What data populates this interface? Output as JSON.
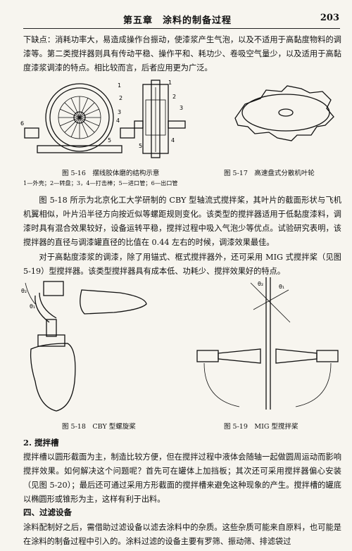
{
  "header": {
    "chapter_title": "第五章　涂料的制备过程",
    "page_number": "203"
  },
  "paragraphs": {
    "p1": "下缺点：消耗功率大，易造成操作台振动，使漆浆产生气泡，以及不适用于高黏度物料的调漆等。第二类搅拌器则具有传动平稳、操作平和、耗功少、卷吸空气量少，以及适用于高黏度漆浆调漆的特点。相比较而言，后者应用更为广泛。",
    "p2": "图 5-18 所示为北京化工大学研制的 CBY 型轴流式搅拌桨，其叶片的截面形状与飞机机翼相似，叶片沿半径方向按近似等螺距规则变化。该类型的搅拌器适用于低黏度漆料，调漆时具有混合效果较好，设备运转平稳，搅拌过程中吸入气泡少等优点。试验研究表明，该搅拌器的直径与调漆罐直径的比值在 0.44 左右的时候，调漆效果最佳。",
    "p3": "对于高黏度漆浆的调漆，除了用锚式、框式搅拌器外，还可采用 MIG 式搅拌桨（见图 5-19）型搅拌器。该类型搅拌器具有成本低、功耗少、搅拌效果好的特点。",
    "p4": "搅拌槽以圆形截面为主，制造比较方便，但在搅拌过程中液体会随轴一起做圆周运动而影响搅拌效果。如何解决这个问题呢？首先可在罐体上加挡板；其次还可采用搅拌器偏心安装（见图 5-20）；最后还可通过采用方形截面的搅拌槽来避免这种现象的产生。搅拌槽的罐底以椭圆形或锥形为主，这样有利于出料。",
    "p5": "涂料配制好之后，需借助过滤设备以滤去涂料中的杂质。这些杂质可能来自原料，也可能是在涂料的制备过程中引入的。涂料过滤的设备主要有罗筛、振动筛、排滤袋过"
  },
  "figures": {
    "fig516": {
      "caption": "图 5-16　摆线胶体磨的结构示意",
      "legend": "1—外壳；2—转盘；3，4—打击棒；5—进口管；6—出口管",
      "labels": [
        "1",
        "2",
        "3",
        "4",
        "5",
        "6",
        "1",
        "2",
        "3",
        "4",
        "5"
      ]
    },
    "fig517": {
      "caption": "图 5-17　高速盘式分散机叶轮"
    },
    "fig518": {
      "caption": "图 5-18　CBY 型螺旋桨",
      "labels": [
        "θ₂",
        "θ₁"
      ]
    },
    "fig519": {
      "caption": "图 5-19　MIG 型搅拌桨",
      "labels": [
        "θ₂",
        "θ₁"
      ]
    }
  },
  "headings": {
    "h2": "2. 搅拌槽",
    "h4": "四、过滤设备"
  }
}
